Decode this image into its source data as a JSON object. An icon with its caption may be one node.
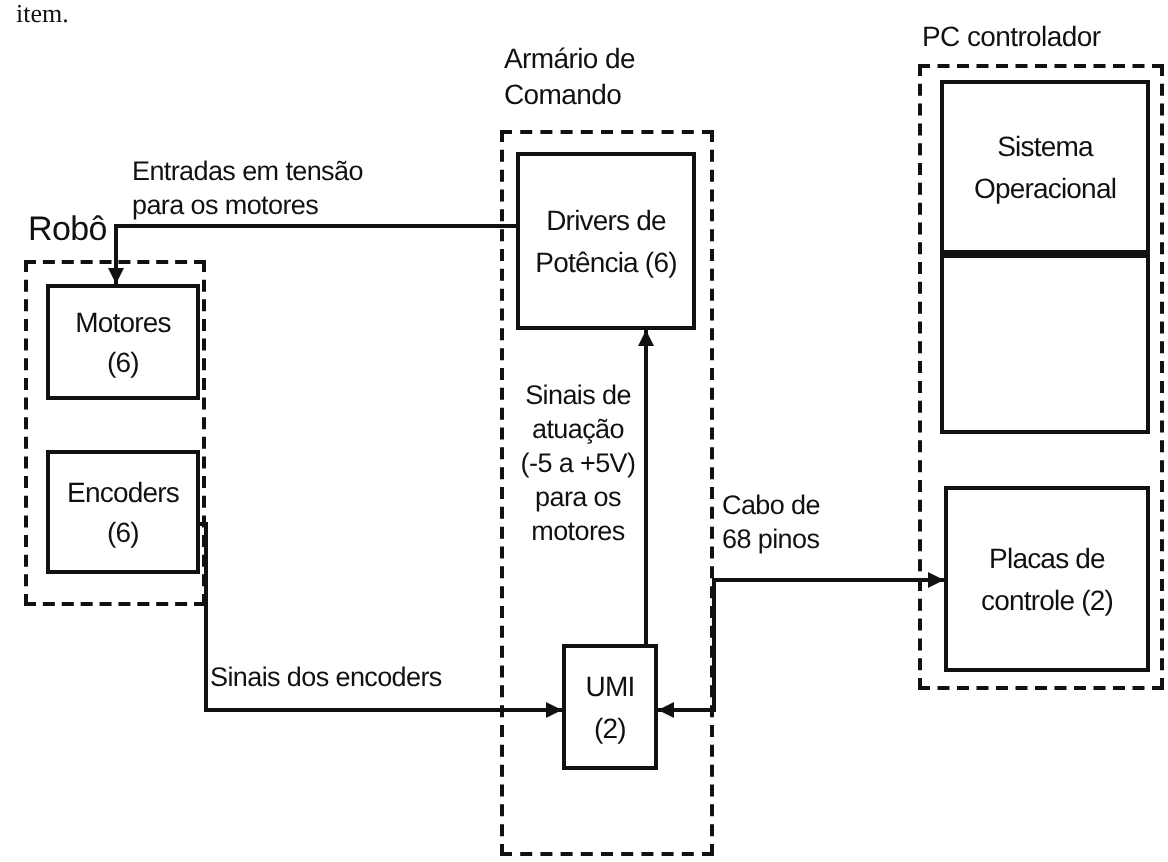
{
  "diagram": {
    "nodes": [
      {
        "text": [
          "Robô"
        ]
      },
      {
        "text": [
          "Motores (6)"
        ],
        "in": 0
      },
      {
        "text": [
          "Encoders (6)"
        ],
        "in": 0
      },
      {
        "text": [
          "Armário de Comando"
        ]
      },
      {
        "text": [
          "Drivers de Potência (6)"
        ],
        "in": 3
      },
      {
        "text": [
          "UMI (2)"
        ],
        "in": 3
      },
      {
        "text": [
          "PC controlador"
        ]
      },
      {
        "text": [
          "Sistema Operacional"
        ],
        "in": 6
      },
      {
        "text": [],
        "shape": "box",
        "in": 6
      },
      {
        "text": [
          "Placas de controle (2)"
        ],
        "in": 6
      }
    ],
    "edges": [
      {
        "from": 4,
        "to": 1,
        "arrow": "to",
        "label": "Entradas em tensão para os motores"
      },
      {
        "from": 2,
        "to": 5,
        "arrow": "to",
        "label": "Sinais dos encoders"
      },
      {
        "from": 5,
        "to": 4,
        "arrow": "to",
        "label": "Sinais de atuação (-5 a +5V) para os motores"
      },
      {
        "from": 5,
        "to": 9,
        "arrow": "both",
        "label": "Cabo de 68 pinos"
      }
    ],
    "labels": [
      "item."
    ]
  }
}
